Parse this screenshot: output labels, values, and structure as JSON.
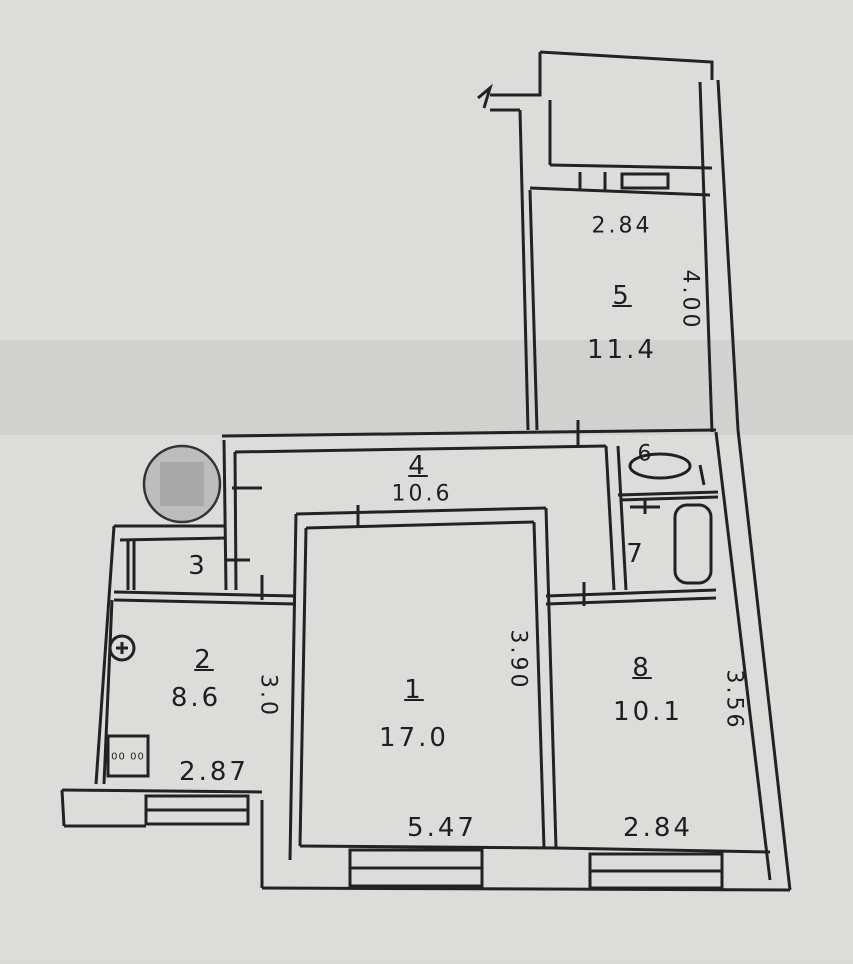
{
  "rooms": [
    {
      "id": "r1",
      "number": "1",
      "area": "17.0"
    },
    {
      "id": "r2",
      "number": "2",
      "area": "8.6"
    },
    {
      "id": "r3",
      "number": "3",
      "area": ""
    },
    {
      "id": "r5",
      "number": "5",
      "area": "11.4"
    },
    {
      "id": "r6",
      "number": "6",
      "area": ""
    },
    {
      "id": "r7",
      "number": "7",
      "area": ""
    },
    {
      "id": "r8",
      "number": "8",
      "area": "10.1"
    },
    {
      "id": "hall",
      "number": "4",
      "area": "10.6"
    }
  ],
  "dimensions": {
    "room5_width": "2.84",
    "room5_length": "4.00",
    "room1_width": "5.47",
    "room1_length": "3.90",
    "room2_width": "2.87",
    "room2_length": "3.0",
    "room8_width": "2.84",
    "room8_length": "3.56"
  },
  "stove_label": "00 00",
  "colors": {
    "paper": "#d9d9d7",
    "ink": "#1f1f1f",
    "redaction": "#bdbdbd"
  }
}
